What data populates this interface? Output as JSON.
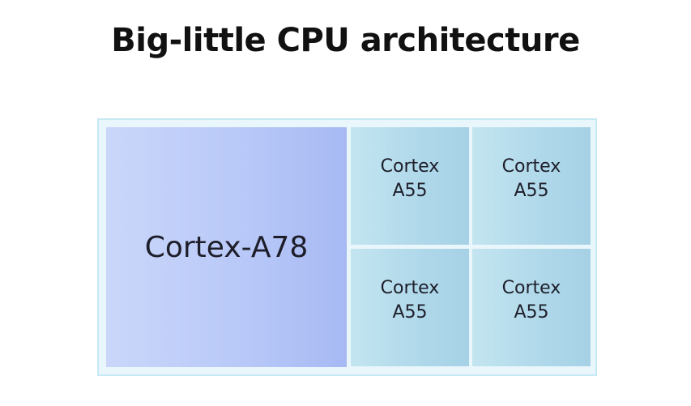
{
  "title": "Big-little CPU architecture",
  "big_core": {
    "label": "Cortex-A78"
  },
  "little_cores": [
    {
      "line1": "Cortex",
      "line2": "A55"
    },
    {
      "line1": "Cortex",
      "line2": "A55"
    },
    {
      "line1": "Cortex",
      "line2": "A55"
    },
    {
      "line1": "Cortex",
      "line2": "A55"
    }
  ],
  "colors": {
    "big_core": "#b9c9f8",
    "little_core": "#afd8ea",
    "chip_border": "#c6e9f4",
    "chip_background": "#e9f6fb"
  }
}
